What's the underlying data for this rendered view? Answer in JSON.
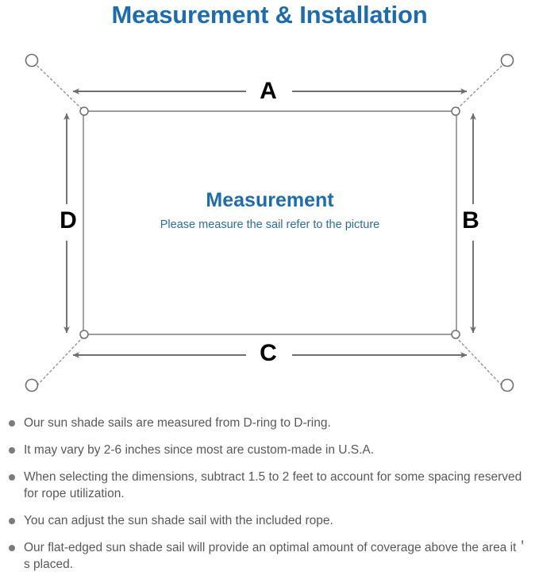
{
  "page": {
    "title": "Measurement & Installation",
    "title_color": "#1c6cb0",
    "background": "#ffffff"
  },
  "diagram": {
    "name": "sun-shade-sail-measurement-diagram",
    "sail": {
      "heading": "Measurement",
      "subheading": "Please measure the sail refer to the picture",
      "heading_color": "#1c6cb0",
      "subheading_color": "#2a6d9e",
      "edge_color": "#7d7d7f"
    },
    "dimension_labels": {
      "top": "A",
      "right": "B",
      "bottom": "C",
      "left": "D"
    },
    "dimension_label_color": "#000000",
    "arrow_color": "#6e6e70",
    "rope_color": "#8a8a8c",
    "anchor_color": "#6e6e70",
    "d_ring_color": "#6e6e70",
    "anchor_count": 4,
    "d_ring_count": 4
  },
  "notes": [
    "Our sun shade sails are measured from D-ring to D-ring.",
    "It may vary by 2-6 inches since most are custom-made in U.S.A.",
    "When selecting the dimensions, subtract 1.5 to 2 feet to account for some spacing reserved for rope utilization.",
    "You can adjust the sun shade sail with the included rope.",
    "Our flat-edged sun shade sail will provide an optimal amount of coverage above the area it＇s placed."
  ],
  "notes_color": "#58585a",
  "bullet_color": "#7b7b7d"
}
